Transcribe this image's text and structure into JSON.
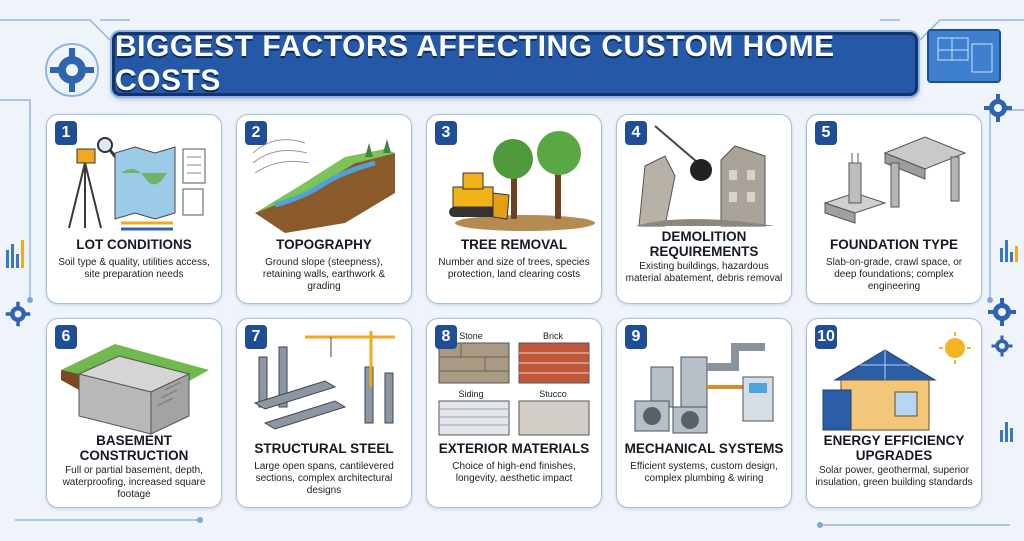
{
  "title": "Biggest Factors Affecting Custom Home Costs",
  "colors": {
    "banner": "#2559a8",
    "badge": "#1f4e96",
    "accent_orange": "#f2a91f",
    "card_border": "#a9c0da"
  },
  "factors": [
    {
      "num": "1",
      "title": "Lot Conditions",
      "desc": "Soil type & quality, utilities access, site preparation needs",
      "icon": "survey-tripod-map-icon"
    },
    {
      "num": "2",
      "title": "Topography",
      "desc": "Ground slope (steepness), retaining walls, earthwork & grading",
      "icon": "terrain-slope-icon"
    },
    {
      "num": "3",
      "title": "Tree Removal",
      "desc": "Number and size of trees, species protection, land clearing costs",
      "icon": "bulldozer-trees-icon"
    },
    {
      "num": "4",
      "title": "Demolition Requirements",
      "desc": "Existing buildings, hazardous material abatement, debris removal",
      "icon": "wrecking-ball-icon"
    },
    {
      "num": "5",
      "title": "Foundation Type",
      "desc": "Slab-on-grade, crawl space, or deep foundations; complex engineering",
      "icon": "foundation-icon"
    },
    {
      "num": "6",
      "title": "Basement Construction",
      "desc": "Full or partial basement, depth, waterproofing, increased square footage",
      "icon": "basement-icon"
    },
    {
      "num": "7",
      "title": "Structural Steel",
      "desc": "Large open spans, cantilevered sections, complex architectural designs",
      "icon": "steel-beams-crane-icon"
    },
    {
      "num": "8",
      "title": "Exterior Materials",
      "desc": "Choice of high-end finishes, longevity, aesthetic impact",
      "icon": "material-swatches-icon",
      "swatches": [
        "Stone",
        "Brick",
        "Siding",
        "Stucco"
      ]
    },
    {
      "num": "9",
      "title": "Mechanical Systems",
      "desc": "Efficient systems, custom design, complex plumbing & wiring",
      "icon": "hvac-pipes-icon"
    },
    {
      "num": "10",
      "title": "Energy Efficiency Upgrades",
      "desc": "Solar power, geothermal, superior insulation, green building standards",
      "icon": "solar-house-icon"
    }
  ]
}
